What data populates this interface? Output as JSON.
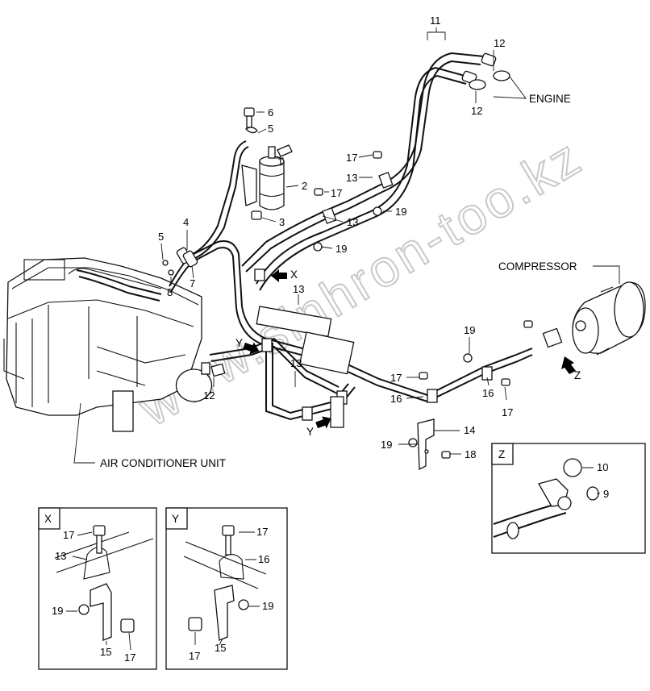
{
  "watermark": "www.sinhron-too.kz",
  "callouts": {
    "c1": "1",
    "c2": "2",
    "c3": "3",
    "c4": "4",
    "c5a": "5",
    "c5b": "5",
    "c6": "6",
    "c7": "7",
    "c8": "8",
    "c11": "11",
    "c12a": "12",
    "c12b": "12",
    "c12c": "12",
    "c13a": "13",
    "c13b": "13",
    "c13c": "13",
    "c13d": "13",
    "c14": "14",
    "c16a": "16",
    "c16b": "16",
    "c17a": "17",
    "c17b": "17",
    "c17c": "17",
    "c17d": "17",
    "c18": "18",
    "c19a": "19",
    "c19b": "19",
    "c19c": "19",
    "c19d": "19"
  },
  "labels": {
    "engine": "ENGINE",
    "compressor": "COMPRESSOR",
    "ac_unit": "AIR CONDITIONER UNIT",
    "view_x": "X",
    "view_y": "Y",
    "view_z": "Z"
  },
  "detail_x": {
    "tag": "X",
    "c17a": "17",
    "c13": "13",
    "c19": "19",
    "c15": "15",
    "c17b": "17"
  },
  "detail_y": {
    "tag": "Y",
    "c17a": "17",
    "c16": "16",
    "c19": "19",
    "c17b": "17",
    "c15": "15"
  },
  "detail_z": {
    "tag": "Z",
    "c10": "10",
    "c9": "9"
  }
}
